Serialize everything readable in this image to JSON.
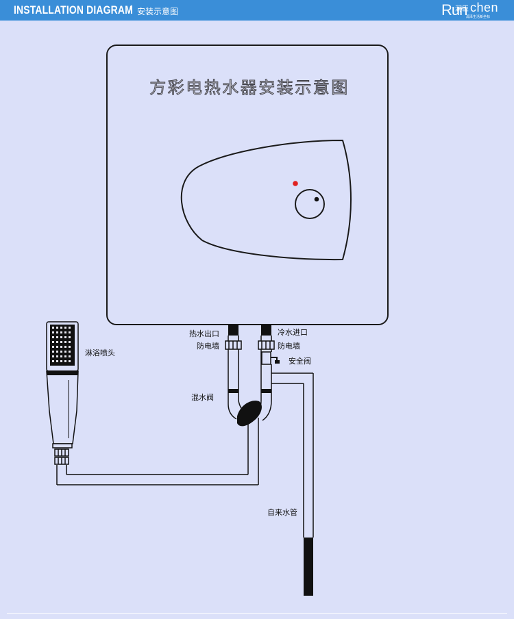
{
  "header": {
    "title": "INSTALLATION DIAGRAM",
    "separator": "/",
    "subtitle": "安装示意图",
    "logo": {
      "run": "Run",
      "cn": "润臣",
      "chen": "chen",
      "tagline": "润泽生活新坐标"
    }
  },
  "heater": {
    "title": "方彩电热水器安装示意图"
  },
  "labels": {
    "hot_outlet": "热水出口",
    "cold_inlet": "冷水进口",
    "anti_shock_left": "防电墙",
    "anti_shock_right": "防电墙",
    "safety_valve": "安全阀",
    "mixing_valve": "混水阀",
    "shower_head": "淋浴喷头",
    "water_main": "自来水管"
  },
  "colors": {
    "header": "#3a8ed8",
    "background": "#dbe0f9",
    "indicator": "#e02020"
  }
}
